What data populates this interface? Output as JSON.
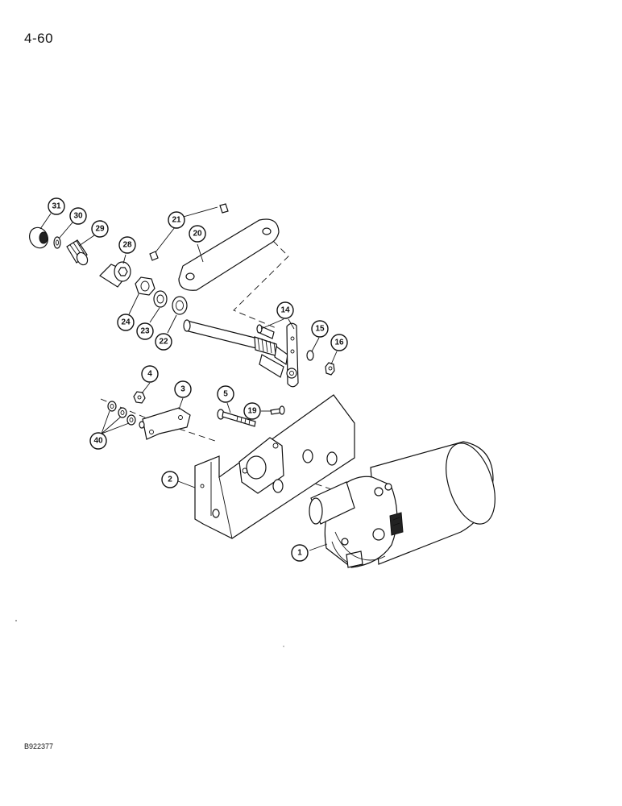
{
  "page": {
    "number": "4-60",
    "figure_code": "B922377"
  },
  "callouts": {
    "c1": "1",
    "c2": "2",
    "c3": "3",
    "c4": "4",
    "c5": "5",
    "c14": "14",
    "c15": "15",
    "c16": "16",
    "c19": "19",
    "c20": "20",
    "c21": "21",
    "c22": "22",
    "c23": "23",
    "c24": "24",
    "c28": "28",
    "c29": "29",
    "c30": "30",
    "c31": "31",
    "c40": "40"
  }
}
